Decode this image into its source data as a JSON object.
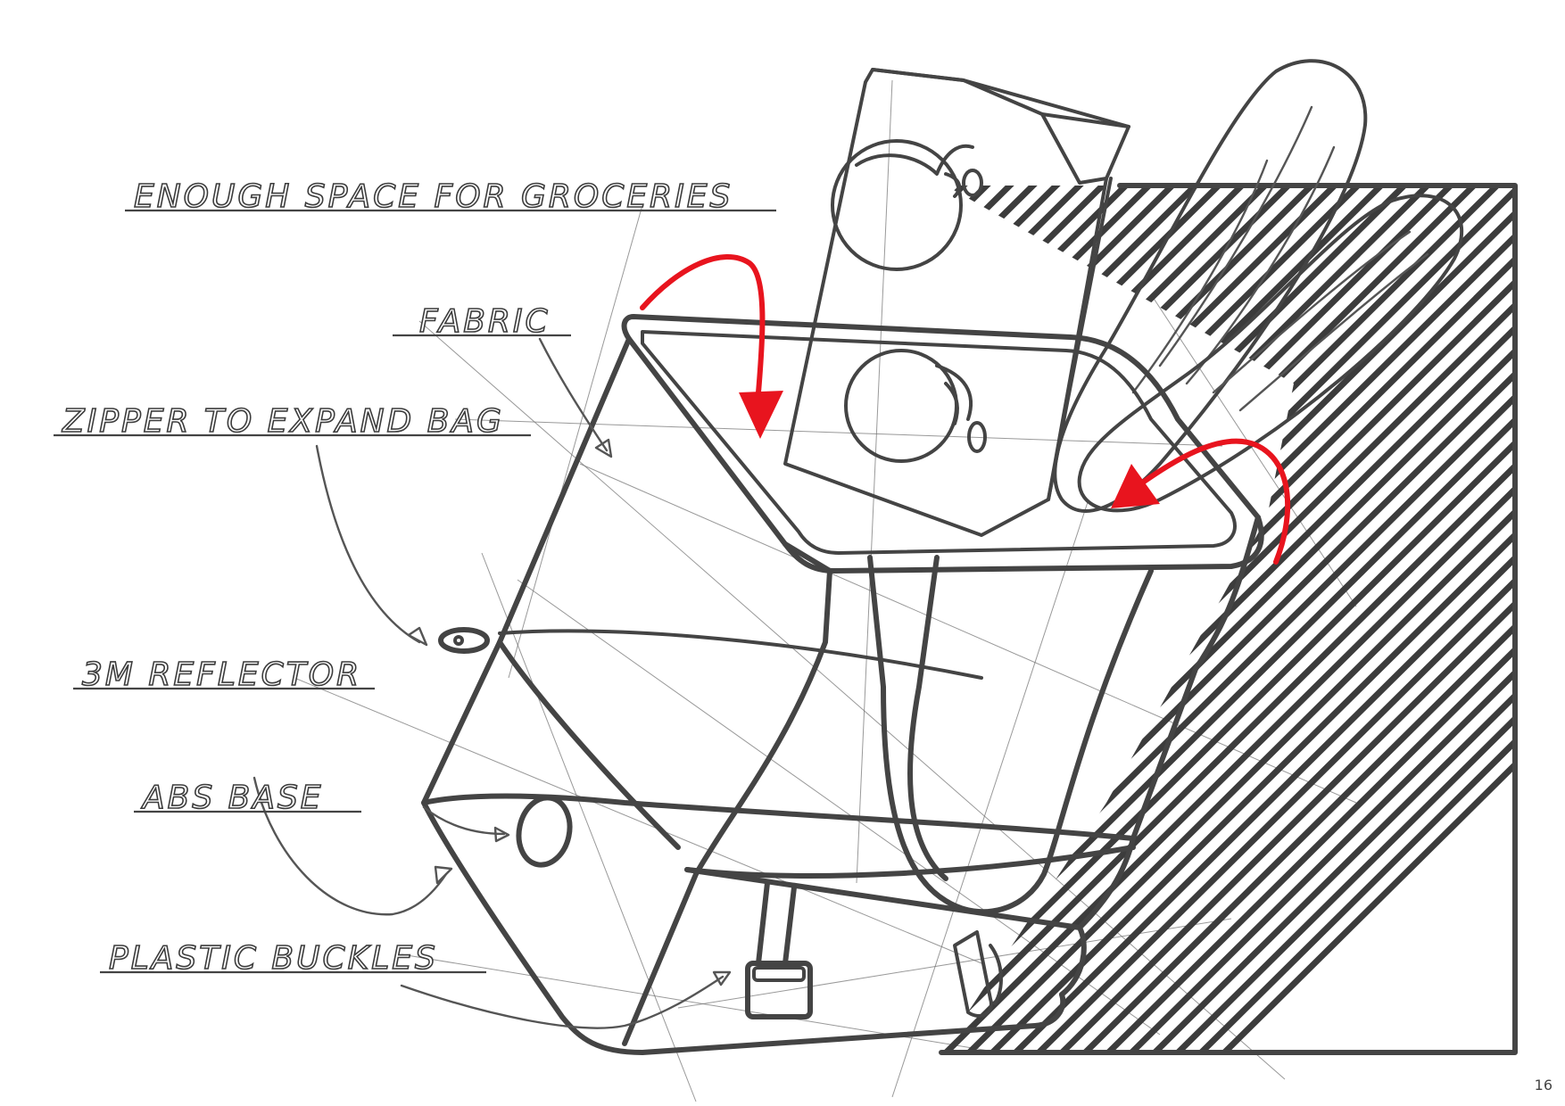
{
  "callouts": {
    "groceries": "ENOUGH SPACE FOR GROCERIES",
    "fabric": "FABRIC",
    "zipper": "ZIPPER TO EXPAND BAG",
    "reflector": "3M REFLECTOR",
    "abs_base": "ABS BASE",
    "buckles": "PLASTIC BUCKLES"
  },
  "page": {
    "number": "16"
  },
  "colors": {
    "ink": "#444444",
    "accent_arrow": "#e8141e",
    "background": "#ffffff"
  }
}
